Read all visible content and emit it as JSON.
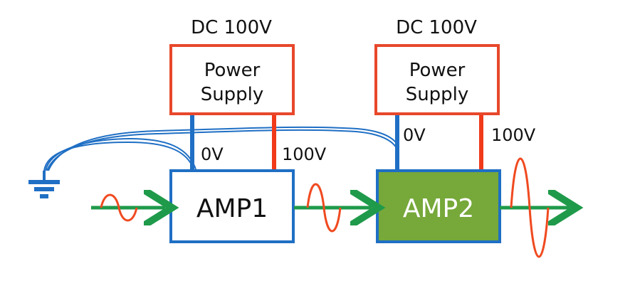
{
  "supply1": {
    "voltage": "DC 100V",
    "line1": "Power",
    "line2": "Supply",
    "zero": "0V",
    "hundred": "100V"
  },
  "supply2": {
    "voltage": "DC 100V",
    "line1": "Power",
    "line2": "Supply",
    "zero": "0V",
    "hundred": "100V"
  },
  "amp1": {
    "label": "AMP1"
  },
  "amp2": {
    "label": "AMP2"
  },
  "colors": {
    "supply_border": "#e8472b",
    "wire_zero": "#1f6fc4",
    "wire_hundred": "#f03a1a",
    "amp_border": "#1f6fc4",
    "amp2_fill": "#76a83a",
    "signal_arrow": "#1f9a4a",
    "signal_wave": "#f04a20",
    "ground": "#1f6fc4"
  }
}
